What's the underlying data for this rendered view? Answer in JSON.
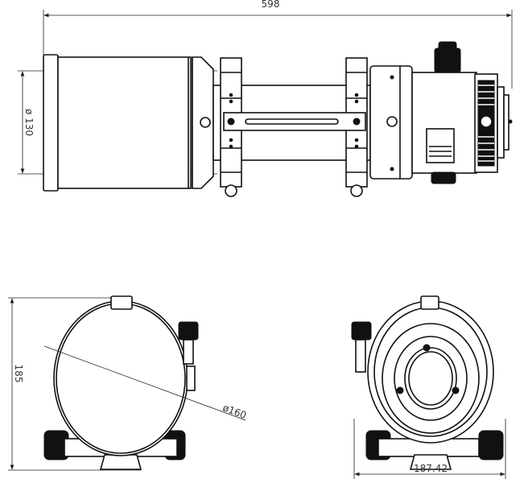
{
  "drawing": {
    "side_view": {
      "overall_length_label": "598",
      "tube_diameter_label": "ø 130"
    },
    "front_view": {
      "height_label": "185",
      "diameter_label": "ø160"
    },
    "rear_view": {
      "width_label": "187.42"
    }
  },
  "colors": {
    "line": "#111111",
    "background": "#ffffff"
  }
}
